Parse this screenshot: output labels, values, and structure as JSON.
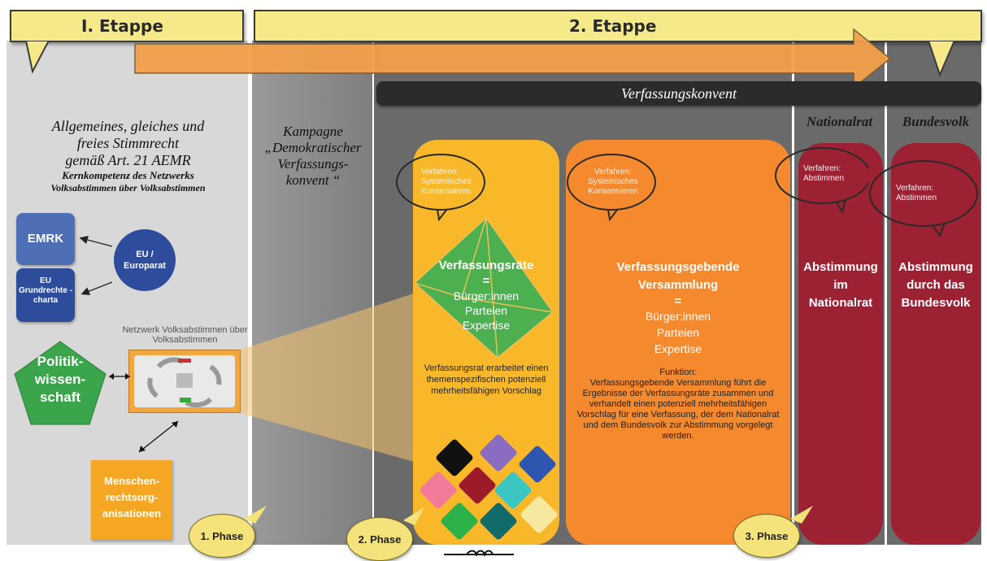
{
  "colors": {
    "etappe_banner": "#f5e98a",
    "arrow": "#f2a04a",
    "konvent_bar": "#2b2b2b",
    "col1_bg": "#d8d8d8",
    "col2_bg": "#8e8e8e",
    "col3_bg": "#6e6e6e",
    "panel_yellow": "#f8b82a",
    "panel_orange": "#f4892e",
    "panel_red": "#9c2233",
    "octa_green": "#4caf50",
    "pentagon_green": "#3aa54a",
    "emrk_blue": "#4e6fb5",
    "eu_blue": "#2e4c9c",
    "menschen_orange": "#f5a623",
    "phase_yellow": "#f4e37a"
  },
  "header": {
    "etappe1": "I. Etappe",
    "etappe2": "2. Etappe",
    "konvent": "Verfassungskonvent",
    "nationalrat": "Nationalrat",
    "bundesvolk": "Bundesvolk"
  },
  "left": {
    "line1": "Allgemeines, gleiches und",
    "line2": "freies Stimmrecht",
    "line3": "gemäß Art. 21 AEMR",
    "line4": "Kernkompetenz des Netzwerks",
    "line5": "Volksabstimmen über Volksabstimmen",
    "emrk": "EMRK",
    "eu_charta": "EU Grundrechte -charta",
    "eu_europarat": "EU / Europarat",
    "netzwerk_caption": "Netzwerk Volksabstimmen über Volksabstimmen",
    "politik": "Politik-wissen-schaft",
    "menschen": "Menschen-rechtsorg-anisationen"
  },
  "kampagne": {
    "line1": "Kampagne",
    "line2": "„Demokratischer",
    "line3": "Verfassungs-",
    "line4": "konvent “"
  },
  "panel_raete": {
    "verfahren": "Verfahren: Systemisches Konsensieren",
    "title": "Verfassungsräte",
    "eq": "=",
    "m1": "Bürger:innen",
    "m2": "Parteien",
    "m3": "Expertise",
    "desc": "Verfassungsrat erarbeitet einen themenspezifischen potenziell mehrheitsfähigen Vorschlag"
  },
  "panel_versammlung": {
    "verfahren": "Verfahren: Systemisches Konsensieren",
    "title": "Verfassungsgebende Versammlung",
    "eq": "=",
    "m1": "Bürger:innen",
    "m2": "Parteien",
    "m3": "Expertise",
    "funktion": "Funktion:",
    "desc": "Verfassungsgebende Versammlung führt die Ergebnisse der Verfassungsräte zusammen und verhandelt einen potenziell mehrheitsfähigen Vorschlag für eine Verfassung, der dem Nationalrat und dem Bundesvolk zur Abstimmung vorgelegt werden."
  },
  "panel_nationalrat": {
    "verfahren": "Verfahren: Abstimmen",
    "title": "Abstimmung im Nationalrat"
  },
  "panel_bundesvolk": {
    "verfahren": "Verfahren: Abstimmen",
    "title": "Abstimmung durch das Bundesvolk"
  },
  "phases": {
    "p1": "1. Phase",
    "p2": "2. Phase",
    "p3": "3. Phase"
  }
}
